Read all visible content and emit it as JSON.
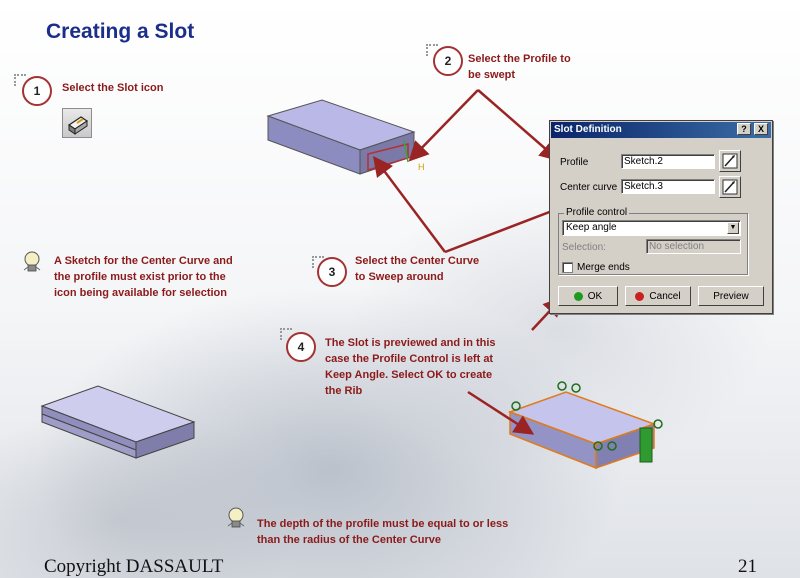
{
  "slide": {
    "title": "Creating a Slot",
    "footer_left": "Copyright DASSAULT",
    "footer_right": "21"
  },
  "steps": [
    {
      "number": "1",
      "text": "Select the Slot icon"
    },
    {
      "number": "2",
      "text_line1": "Select the Profile to",
      "text_line2": "be swept"
    },
    {
      "number": "3",
      "text_line1": "Select the Center Curve",
      "text_line2": "to Sweep around"
    },
    {
      "number": "4",
      "text_line1": "The Slot is previewed and in this",
      "text_line2": "case the Profile Control is left at",
      "text_line3": "Keep Angle.  Select OK to create",
      "text_line4": "the Rib"
    }
  ],
  "tips": [
    {
      "line1": "A Sketch for the Center Curve and",
      "line2": "the profile must exist prior to the",
      "line3": "icon being available for selection"
    },
    {
      "line1": "The depth of the profile must be equal to or less",
      "line2": "than the radius of the Center Curve"
    }
  ],
  "dialog": {
    "title": "Slot Definition",
    "help_label": "?",
    "close_label": "X",
    "profile_label": "Profile",
    "profile_value": "Sketch.2",
    "center_curve_label": "Center curve",
    "center_curve_value": "Sketch.3",
    "profile_control_label": "Profile control",
    "profile_control_value": "Keep angle",
    "selection_label": "Selection:",
    "selection_value": "No selection",
    "merge_ends_label": "Merge ends",
    "ok_label": "OK",
    "cancel_label": "Cancel",
    "preview_label": "Preview"
  },
  "colors": {
    "title": "#1b2f8a",
    "note_text": "#8b1a1a",
    "arrow": "#9a2424",
    "dialog_bg": "#d4d0c8",
    "titlebar": "#0a246a"
  },
  "icons": {
    "slot_tool": "slot-tool-icon",
    "tip": "lightbulb-icon",
    "selector": "selector-icon"
  }
}
